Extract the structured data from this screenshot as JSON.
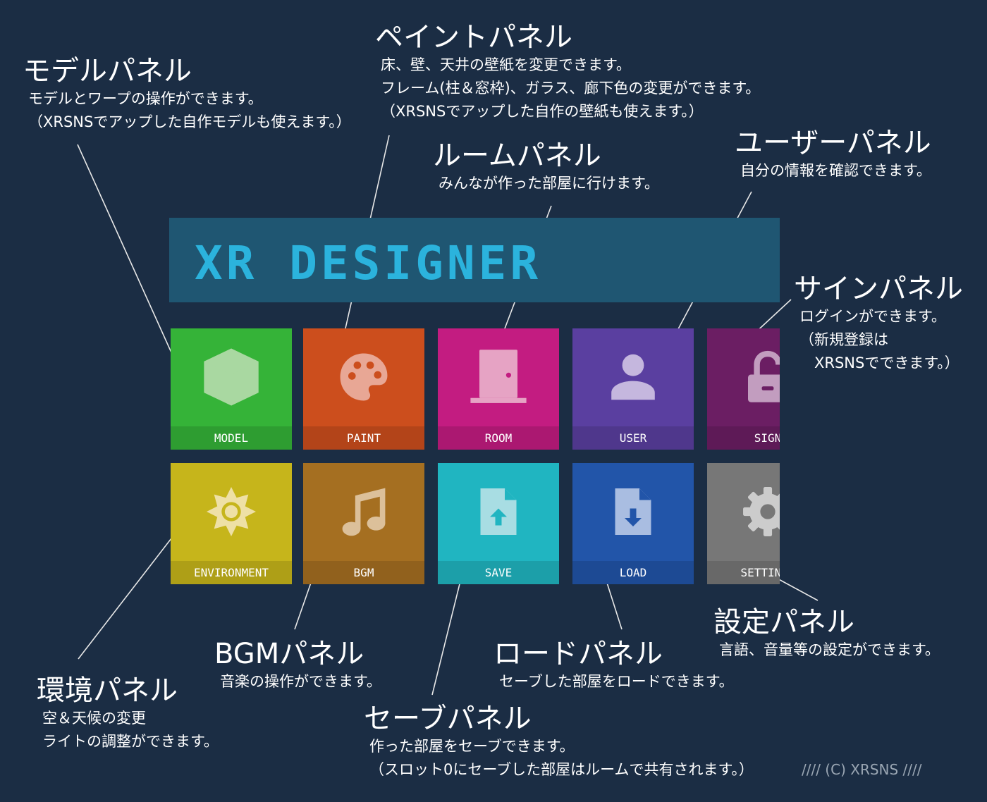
{
  "app": {
    "title": "XR DESIGNER",
    "menu_tiles": [
      {
        "label": "MODEL",
        "icon": "cube-icon",
        "color": "#35b338",
        "icon_color": "#a9d8a1"
      },
      {
        "label": "PAINT",
        "icon": "palette-icon",
        "color": "#cc4e1d",
        "icon_color": "#e8a795"
      },
      {
        "label": "ROOM",
        "icon": "door-icon",
        "color": "#c31c81",
        "icon_color": "#e6a3c4"
      },
      {
        "label": "USER",
        "icon": "person-icon",
        "color": "#5a3fa0",
        "icon_color": "#c5b7de"
      },
      {
        "label": "SIGN",
        "icon": "unlock-icon",
        "color": "#6b1e63",
        "icon_color": "#c29dbf"
      },
      {
        "label": "ENVIRONMENT",
        "icon": "sun-icon",
        "color": "#c6b51b",
        "icon_color": "#eee0a5"
      },
      {
        "label": "BGM",
        "icon": "music-note-icon",
        "color": "#a56f21",
        "icon_color": "#dcc09a"
      },
      {
        "label": "SAVE",
        "icon": "file-upload-icon",
        "color": "#20b5c1",
        "icon_color": "#a8dde3"
      },
      {
        "label": "LOAD",
        "icon": "file-download-icon",
        "color": "#2255a9",
        "icon_color": "#a9bde1"
      },
      {
        "label": "SETTINGS",
        "icon": "gear-icon",
        "color": "#777777",
        "icon_color": "#cccccc"
      }
    ]
  },
  "annotations": {
    "model": {
      "title": "モデルパネル",
      "lines": [
        "モデルとワープの操作ができます。",
        "（XRSNSでアップした自作モデルも使えます。）"
      ]
    },
    "paint": {
      "title": "ペイントパネル",
      "lines": [
        "床、壁、天井の壁紙を変更できます。",
        "フレーム(柱＆窓枠)、ガラス、廊下色の変更ができます。",
        "（XRSNSでアップした自作の壁紙も使えます。）"
      ]
    },
    "room": {
      "title": "ルームパネル",
      "lines": [
        "みんなが作った部屋に行けます。"
      ]
    },
    "user": {
      "title": "ユーザーパネル",
      "lines": [
        "自分の情報を確認できます。"
      ]
    },
    "sign": {
      "title": "サインパネル",
      "lines": [
        "ログインができます。",
        "（新規登録は",
        "　XRSNSでできます。）"
      ]
    },
    "settings": {
      "title": "設定パネル",
      "lines": [
        "言語、音量等の設定ができます。"
      ]
    },
    "load": {
      "title": "ロードパネル",
      "lines": [
        "セーブした部屋をロードできます。"
      ]
    },
    "bgm": {
      "title": "BGMパネル",
      "lines": [
        "音楽の操作ができます。"
      ]
    },
    "save": {
      "title": "セーブパネル",
      "lines": [
        "作った部屋をセーブできます。",
        "（スロット0にセーブした部屋はルームで共有されます。）"
      ]
    },
    "environment": {
      "title": "環境パネル",
      "lines": [
        "空＆天候の変更",
        "ライトの調整ができます。"
      ]
    }
  },
  "copyright": "//// (C) XRSNS ////"
}
